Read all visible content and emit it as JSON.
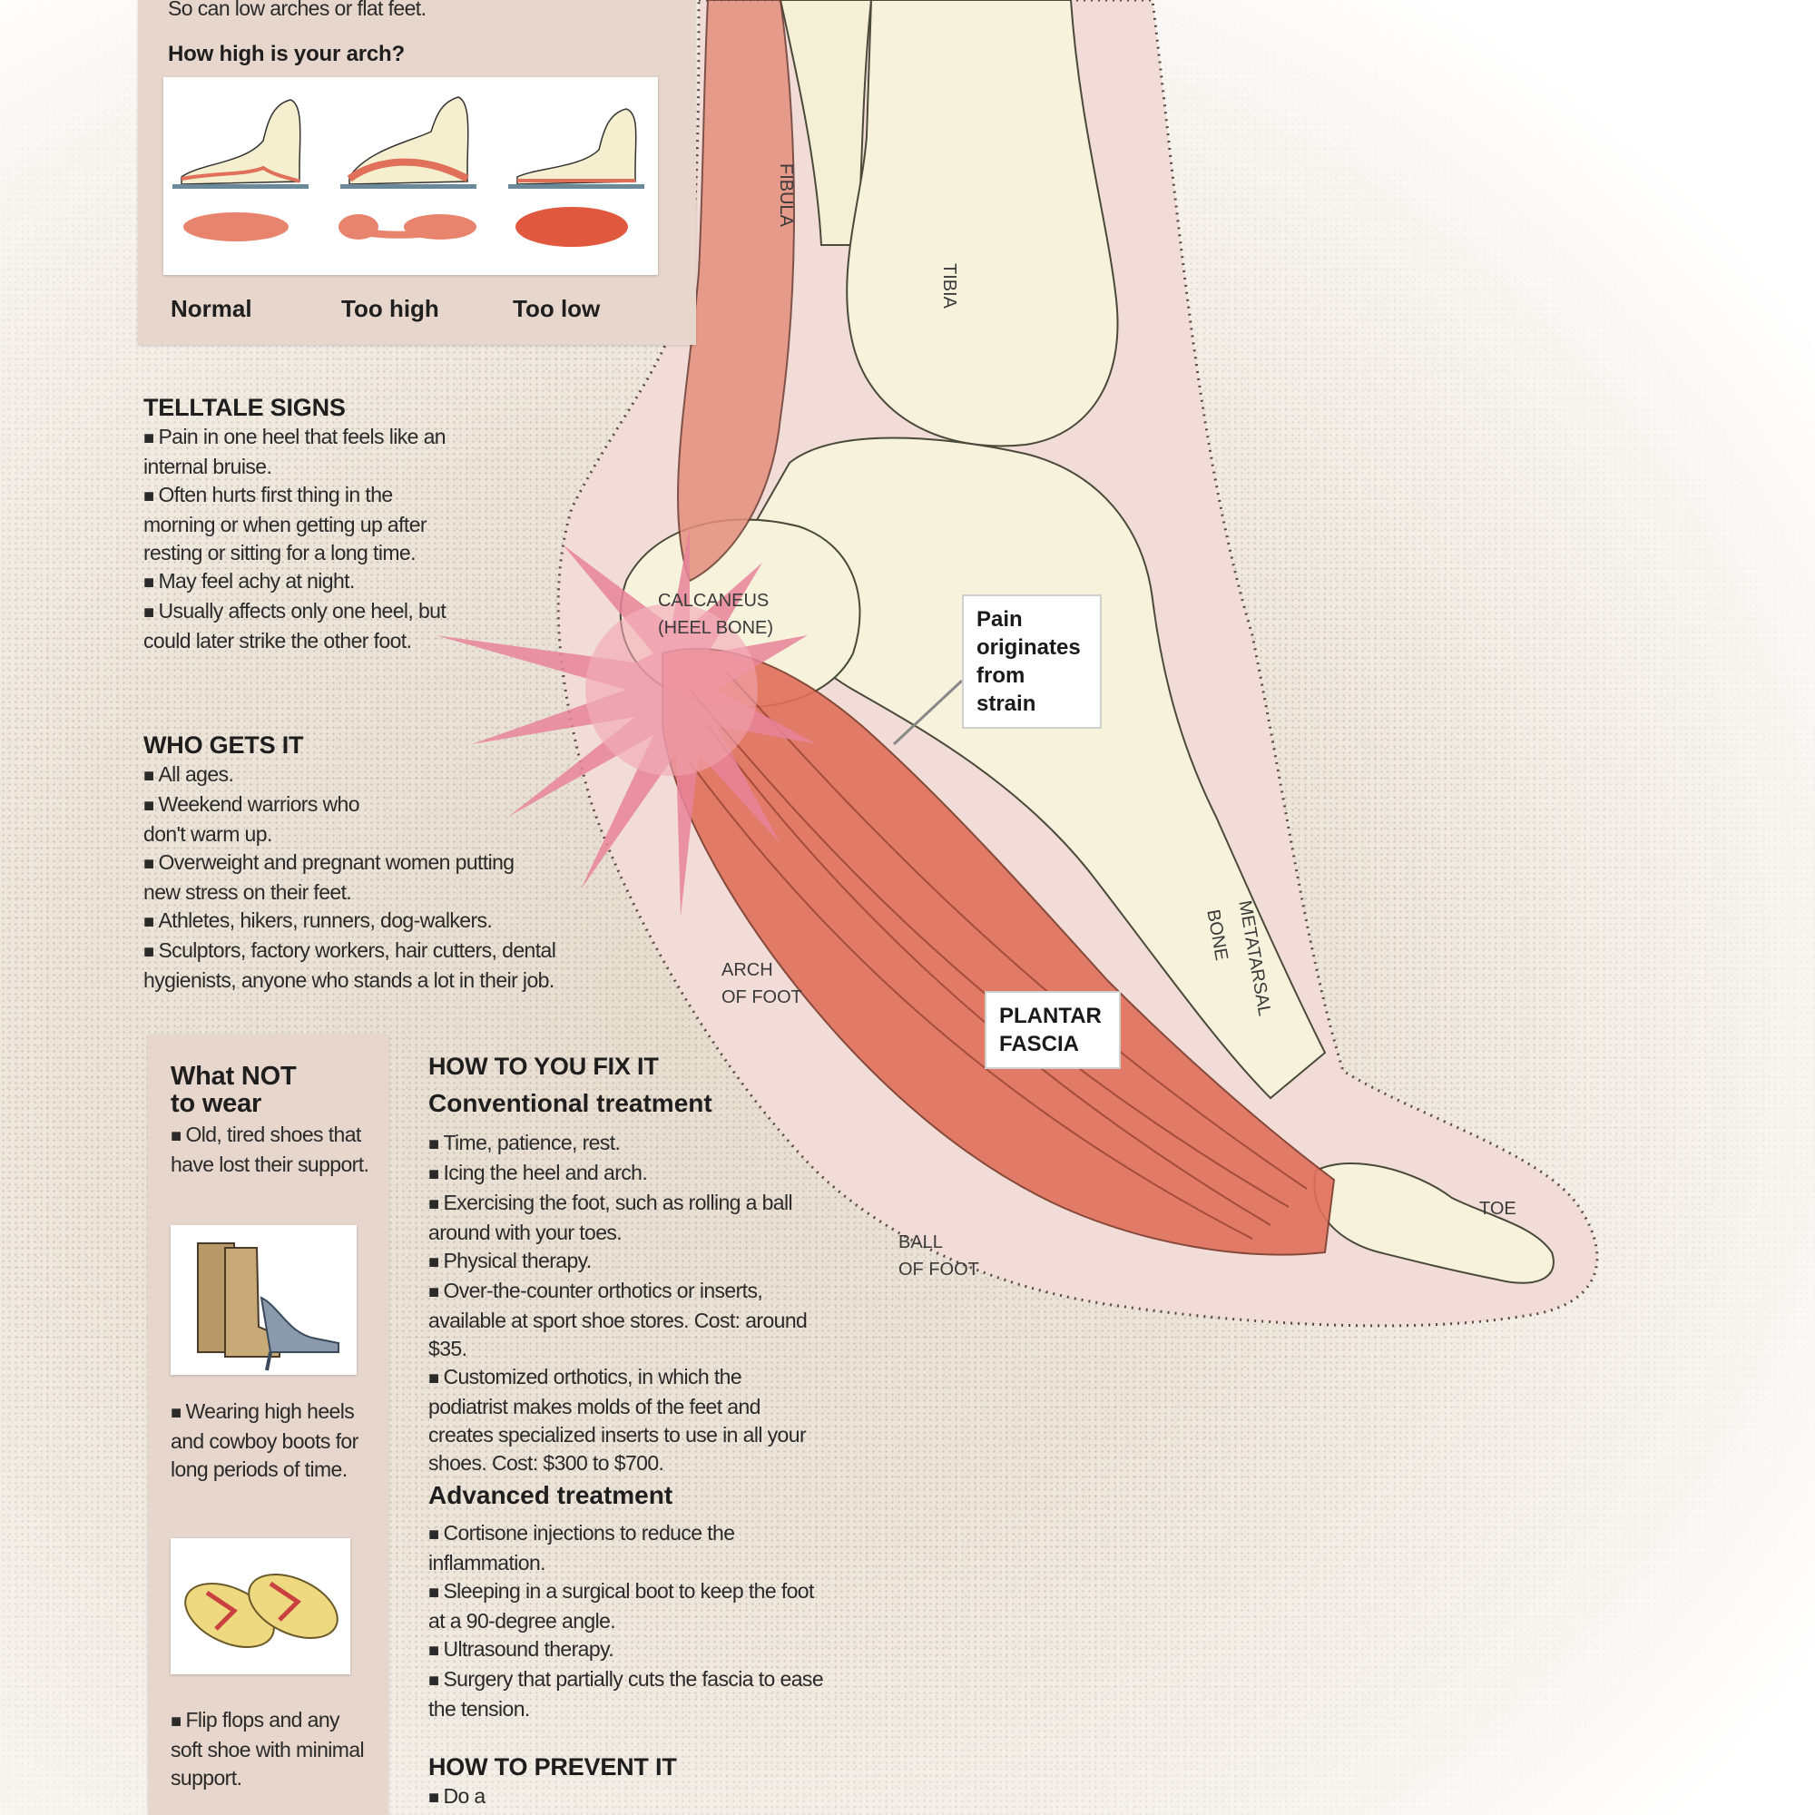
{
  "top_box": {
    "intro_line": "So can low arches or flat feet.",
    "arch_question": "How high is your arch?",
    "arch_labels": [
      "Normal",
      "Too high",
      "Too low"
    ]
  },
  "telltale": {
    "title": "TELLTALE SIGNS",
    "items": [
      "Pain in one heel that feels like an internal bruise.",
      "Often hurts first thing in the morning or when getting up after resting or sitting for a long time.",
      "May feel achy at night.",
      "Usually affects only one heel, but could later strike the other foot."
    ]
  },
  "who": {
    "title": "WHO GETS IT",
    "items": [
      "All ages.",
      "Weekend warriors who don't warm up.",
      "Overweight and pregnant women putting new stress on their feet.",
      "Athletes, hikers, runners, dog-walkers.",
      "Sculptors, factory workers, hair cutters, dental hygienists, anyone who stands a lot in their job."
    ]
  },
  "not_wear": {
    "title_line1": "What NOT",
    "title_line2": "to wear",
    "item1": "Old, tired shoes that have lost their support.",
    "item2": "Wearing high heels and cowboy boots for long periods of time.",
    "item3": "Flip flops and any soft shoe with minimal support."
  },
  "fix": {
    "title": "HOW TO YOU FIX IT",
    "conventional_title": "Conventional treatment",
    "conventional": [
      "Time, patience, rest.",
      "Icing the heel and arch.",
      "Exercising the foot, such as rolling a ball around with your toes.",
      "Physical therapy.",
      "Over-the-counter orthotics or inserts, available at sport shoe stores. Cost: around $35.",
      "Customized orthotics, in which the podiatrist makes molds of the feet and creates specialized inserts to use in all your shoes. Cost: $300 to $700."
    ],
    "advanced_title": "Advanced treatment",
    "advanced": [
      "Cortisone injections to reduce the inflammation.",
      "Sleeping in a surgical boot to keep the foot at a 90-degree angle.",
      "Ultrasound therapy.",
      "Surgery that partially cuts the fascia to ease the tension."
    ]
  },
  "prevent": {
    "title": "HOW TO PREVENT IT",
    "first_item": "Do a"
  },
  "anatomy": {
    "fibula": "FIBULA",
    "tibia": "TIBIA",
    "calcaneus_1": "CALCANEUS",
    "calcaneus_2": "(HEEL BONE)",
    "pain_callout": [
      "Pain",
      "originates",
      "from",
      "strain"
    ],
    "metatarsal_1": "METATARSAL",
    "metatarsal_2": "BONE",
    "arch_1": "ARCH",
    "arch_2": "OF FOOT",
    "plantar_1": "PLANTAR",
    "plantar_2": "FASCIA",
    "ball_1": "BALL",
    "ball_2": "OF FOOT",
    "toe": "TOE"
  },
  "icons": [
    "normal-arch-foot-icon",
    "high-arch-foot-icon",
    "low-arch-foot-icon",
    "boots-and-heels-icon",
    "flip-flops-icon",
    "pain-burst-icon"
  ],
  "colors": {
    "box_bg": "#e6d6cb",
    "muscle": "#e0705a",
    "pain_burst": "#e8849a",
    "bone": "#f3efcf"
  }
}
